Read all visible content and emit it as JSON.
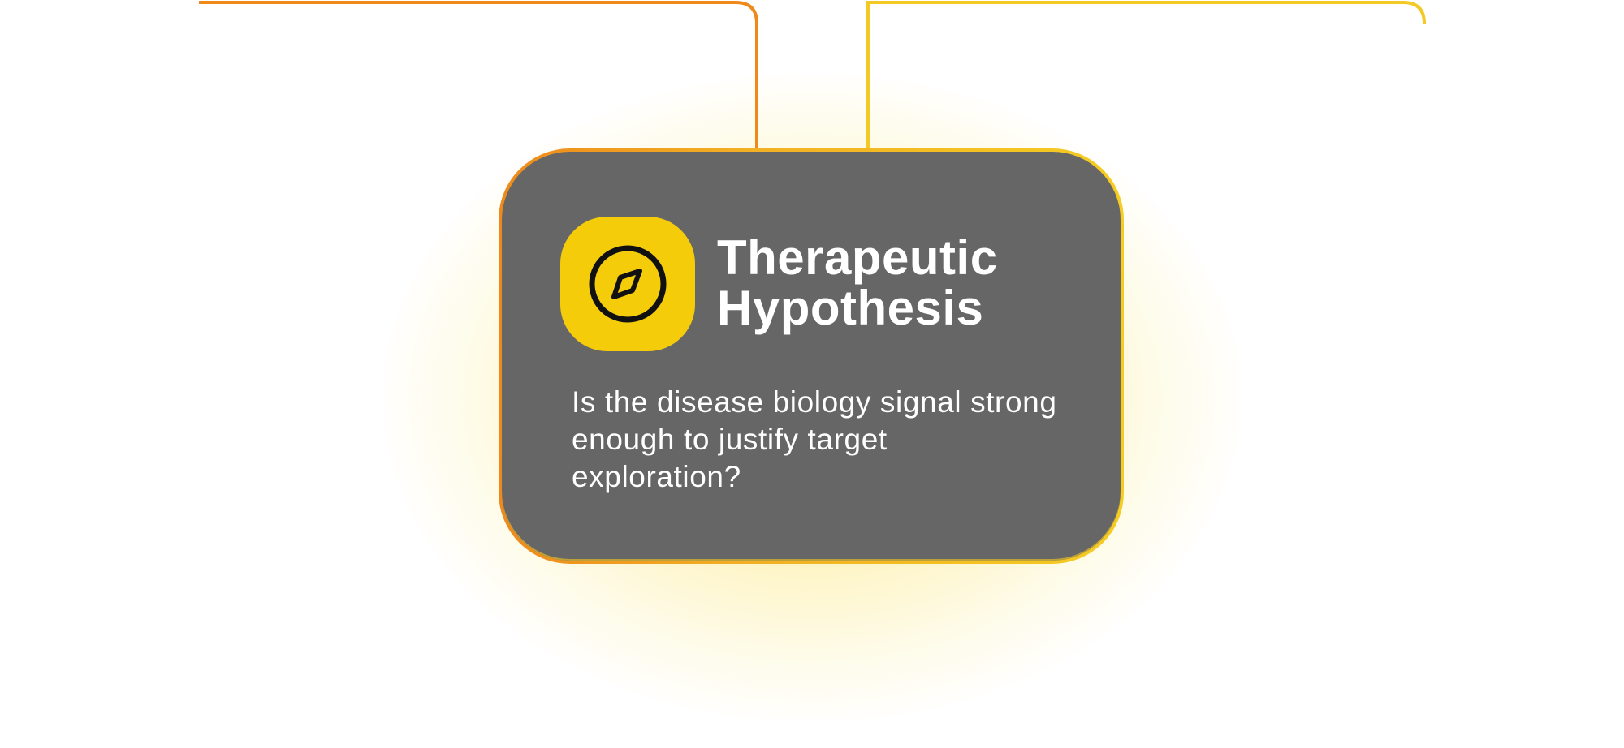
{
  "card": {
    "title_line1": "Therapeutic",
    "title_line2": "Hypothesis",
    "description": "Is the disease biology signal strong enough to justify target exploration?",
    "icon": "compass-icon"
  },
  "colors": {
    "card_background": "#666666",
    "icon_tile": "#f5cc0a",
    "border_orange": "#ee8a1c",
    "border_yellow": "#f5cc22",
    "connector_left": "#ef8a1a",
    "connector_right": "#f2c925",
    "glow": "#fadc3c"
  }
}
